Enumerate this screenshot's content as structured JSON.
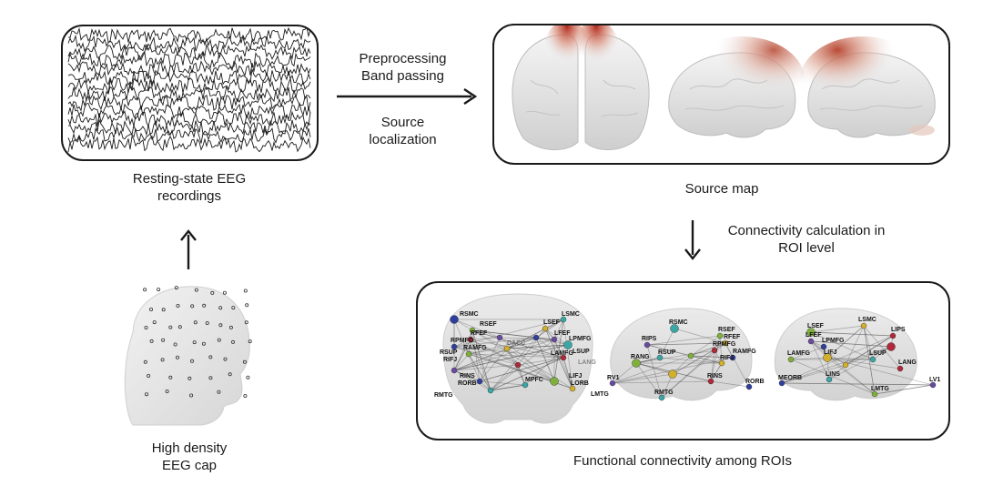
{
  "eeg_recordings": {
    "caption_line1": "Resting-state EEG",
    "caption_line2": "recordings"
  },
  "eeg_cap": {
    "caption_line1": "High density",
    "caption_line2": "EEG cap"
  },
  "preprocessing_step": {
    "line1": "Preprocessing",
    "line2": "Band passing",
    "line3": "Source",
    "line4": "localization"
  },
  "source_map": {
    "caption": "Source map"
  },
  "connectivity_step": {
    "line1": "Connectivity calculation in",
    "line2": "ROI level"
  },
  "functional_connectivity": {
    "caption": "Functional connectivity among ROIs",
    "frontal_view_labels": [
      "RSMC",
      "LSMC",
      "RSEF",
      "LSEF",
      "RFEF",
      "LFEF",
      "RPMFG",
      "LPMFG",
      "RAMFG",
      "DACC",
      "RSUP",
      "LAMFG",
      "LSUP",
      "RIFJ",
      "RINS",
      "LIFJ",
      "RORB",
      "MPFC",
      "LORB",
      "RMTG",
      "LMTG",
      "LANG"
    ],
    "right_view_labels": [
      "RSMC",
      "RSEF",
      "RFEF",
      "RPMFG",
      "RIPS",
      "RAMFG",
      "RSUP",
      "RANG",
      "RIFJ",
      "RINS",
      "RV1",
      "RORB",
      "RMTG"
    ],
    "left_view_labels": [
      "LSEF",
      "LSMC",
      "LIPS",
      "LFEF",
      "LPMFG",
      "LSUP",
      "LAMFG",
      "LIFJ",
      "LANG",
      "LV1",
      "MEORB",
      "LINS",
      "LMTG"
    ]
  },
  "colors": {
    "line": "#1a1a1a",
    "activation": "#b03020",
    "brain": "#e8e8e8",
    "glass_brain": "#d4d4d4"
  }
}
